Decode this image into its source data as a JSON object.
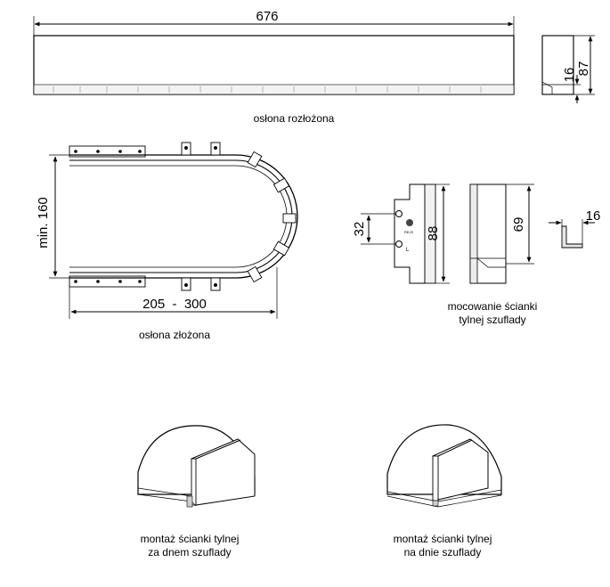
{
  "dimensions": {
    "unfolded_length": "676",
    "side_thickness": "16",
    "side_height": "87",
    "folded_height": "min. 160",
    "folded_width": "205  -  300",
    "mount_spacing": "32",
    "mount_height": "88",
    "profile_height": "69",
    "profile_width": "16"
  },
  "captions": {
    "unfolded": "osłona rozłożona",
    "folded": "osłona złożona",
    "mounting_line1": "mocowanie ścianki",
    "mounting_line2": "tylnej szuflady",
    "under_line1": "montaż ścianki tylnej",
    "under_line2": "za dnem szuflady",
    "on_line1": "montaż ścianki tylnej",
    "on_line2": "na dnie szuflady"
  },
  "bracket_label": "L",
  "logo_text": "REJS"
}
